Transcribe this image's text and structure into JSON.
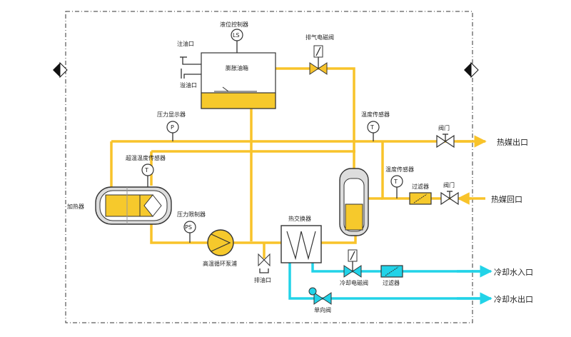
{
  "colors": {
    "hot_oil": "#F8C32A",
    "cooling_water": "#22D3E8",
    "oil_fill": "#F6C92C",
    "outline": "#333333",
    "grey": "#CCCCCC"
  },
  "labels": {
    "level_controller": "液位控制器",
    "ls": "LS",
    "fill_port": "注油口",
    "overflow_port": "溢油口",
    "expansion_tank": "膨胀油箱",
    "vent_solenoid": "排气电磁阀",
    "pressure_display": "压力显示器",
    "p": "P",
    "temp_sensor_top": "温度传感器",
    "t": "T",
    "valve_top": "阀门",
    "hot_out": "热媒出口",
    "overtemp_sensor": "超温温度传感器",
    "heater": "加热器",
    "pressure_limiter": "压力限制器",
    "ps": "PS",
    "temp_sensor_mid": "温度传感器",
    "filter_mid": "过滤器",
    "valve_mid": "阀门",
    "hot_return": "热媒回口",
    "heat_exchanger": "热交换器",
    "pump": "高温循环泵浦",
    "drain": "排油口",
    "cooling_solenoid": "冷却电磁阀",
    "filter_water": "过滤器",
    "cooling_in": "冷却水入口",
    "check_valve": "单向阀",
    "cooling_out": "冷却水出口"
  }
}
